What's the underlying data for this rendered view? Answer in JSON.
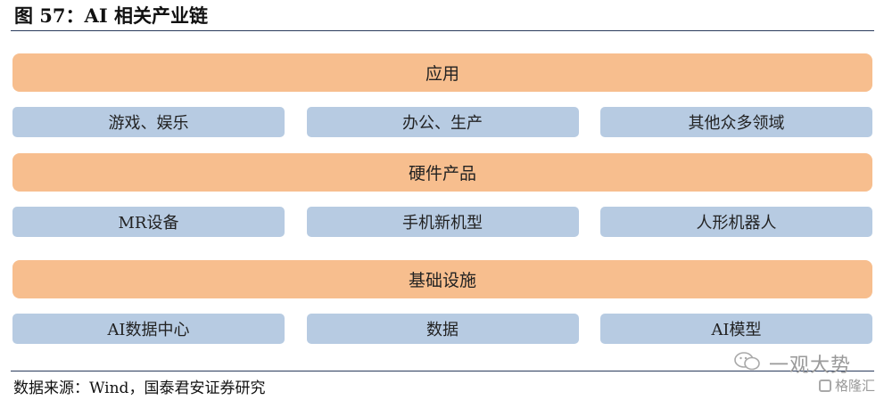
{
  "figure": {
    "title": "图 57：AI 相关产业链",
    "source": "数据来源：Wind，国泰君安证券研究"
  },
  "layers": [
    {
      "label": "应用",
      "items": [
        "游戏、娱乐",
        "办公、生产",
        "其他众多领域"
      ]
    },
    {
      "label": "硬件产品",
      "items": [
        "MR设备",
        "手机新机型",
        "人形机器人"
      ]
    },
    {
      "label": "基础设施",
      "items": [
        "AI数据中心",
        "数据",
        "AI模型"
      ]
    }
  ],
  "watermark": {
    "channel": "一观大势",
    "brand": "格隆汇",
    "icons": [
      "wechat-icon",
      "gelonghui-logo-icon"
    ]
  },
  "colors": {
    "band_fill": "#f7be8e",
    "box_fill": "#b7cbe2",
    "rule": "#2a3b5c"
  }
}
